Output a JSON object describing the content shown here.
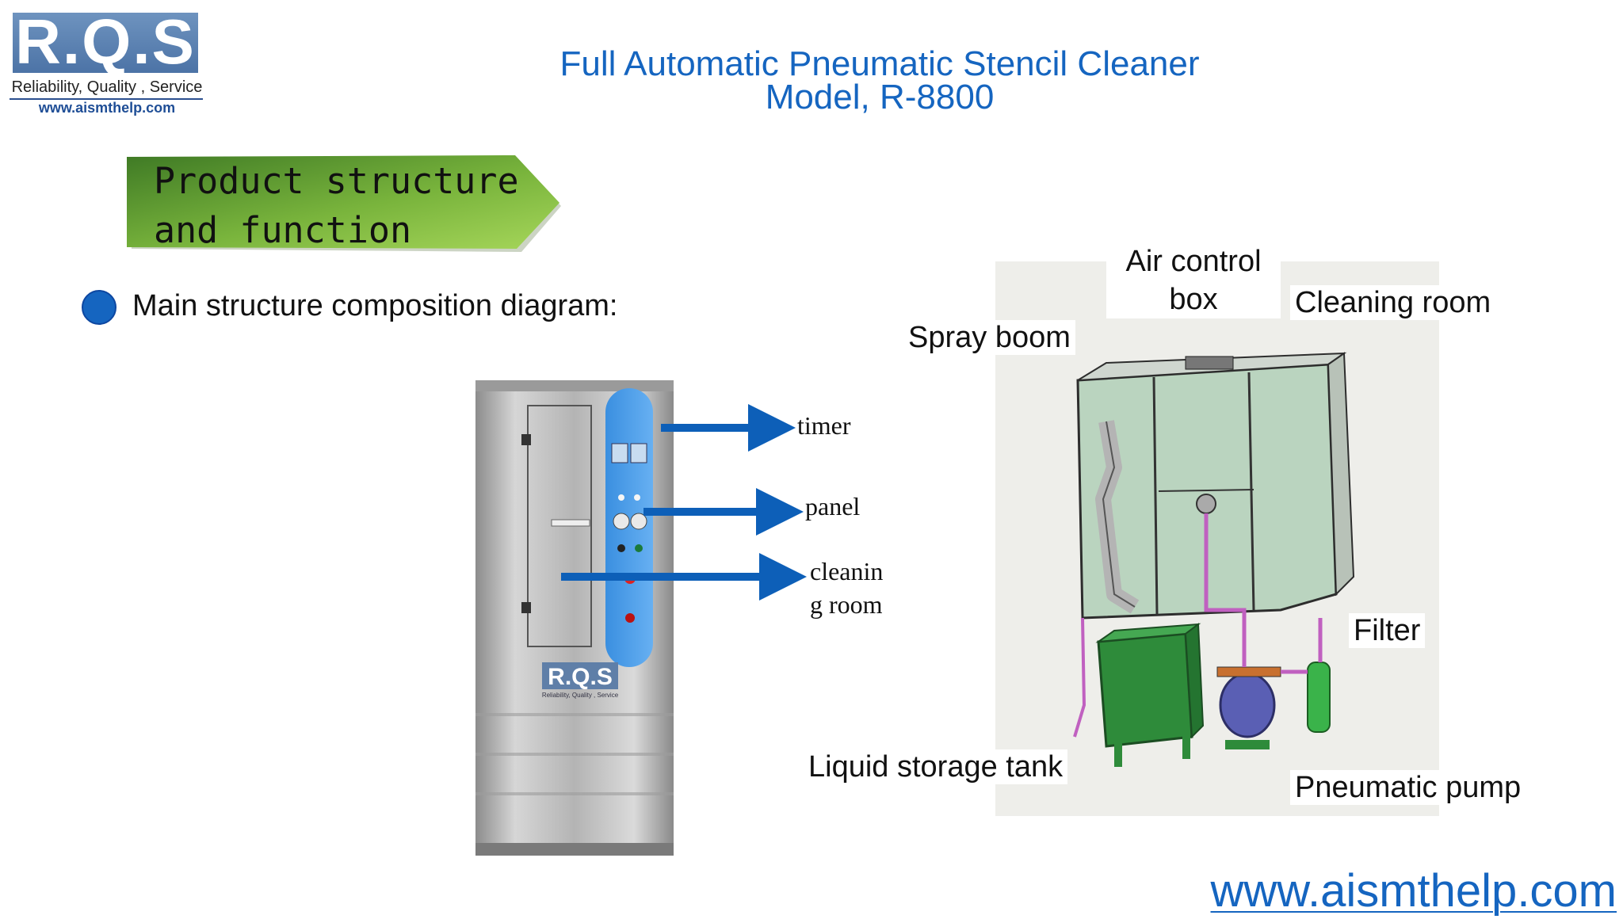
{
  "logo": {
    "mark": "R.Q.S",
    "tagline": "Reliability, Quality , Service",
    "url": "www.aismthelp.com"
  },
  "title": {
    "line1": "Full Automatic Pneumatic Stencil Cleaner",
    "line2": "Model, R-8800"
  },
  "banner": {
    "text": "Product structure\nand function"
  },
  "bullet": {
    "text": "Main structure composition diagram:"
  },
  "machine": {
    "brand": "R.Q.S",
    "brand_sub": "Reliability, Quality , Service",
    "callouts": {
      "timer": "timer",
      "panel": "panel",
      "cleaning_room": "cleanin\ng room"
    }
  },
  "diagram": {
    "labels": {
      "air_control_box": "Air control\nbox",
      "spray_boom": "Spray boom",
      "cleaning_room": "Cleaning room",
      "filter": "Filter",
      "liquid_storage_tank": "Liquid storage tank",
      "pneumatic_pump": "Pneumatic pump"
    }
  },
  "footer": {
    "url": "www.aismthelp.com"
  },
  "colors": {
    "title_blue": "#1565c0",
    "banner_green_dark": "#3f7a25",
    "banner_green_light": "#a6d65a",
    "arrow_blue": "#0d5fb8"
  }
}
